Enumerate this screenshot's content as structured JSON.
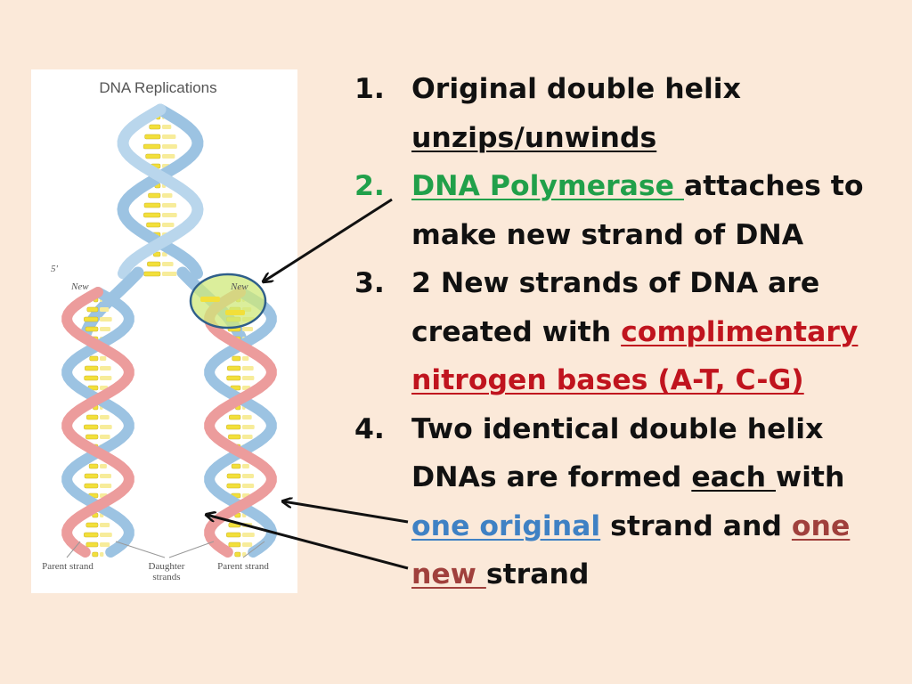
{
  "figure": {
    "title": "DNA Replications",
    "label_5prime": "5'",
    "label_new_left": "New",
    "label_new_right": "New",
    "caption_left": "Parent strand",
    "caption_mid": "Daughter strands",
    "caption_right": "Parent strand"
  },
  "steps": [
    {
      "num": "1.",
      "parts": [
        {
          "text": "Original double helix "
        },
        {
          "text": "unzips/unwinds",
          "style": "u"
        }
      ]
    },
    {
      "num": "2.",
      "num_style": "num-green",
      "parts": [
        {
          "text": "DNA Polymerase ",
          "style": "u green"
        },
        {
          "text": "attaches to make new strand of DNA"
        }
      ]
    },
    {
      "num": "3.",
      "parts": [
        {
          "text": "2 New strands of DNA are created with "
        },
        {
          "text": "complimentary nitrogen bases (A-T, C-G)",
          "style": "u red"
        }
      ]
    },
    {
      "num": "4.",
      "parts": [
        {
          "text": "Two identical double helix DNAs are formed "
        },
        {
          "text": "each ",
          "style": "u"
        },
        {
          "text": "with "
        },
        {
          "text": "one original",
          "style": "u blue"
        },
        {
          "text": " strand and "
        },
        {
          "text": "one new ",
          "style": "u brown"
        },
        {
          "text": "strand"
        }
      ]
    }
  ],
  "colors": {
    "background": "#fbe9d9",
    "green": "#21a04a",
    "red": "#c0141e",
    "blue": "#3f81c4",
    "brown": "#a0403c",
    "helix_blue": "#9cc3e2",
    "helix_pink": "#ec9c9c",
    "base_yellow": "#f2df3a",
    "highlight": "#cfe87a"
  }
}
